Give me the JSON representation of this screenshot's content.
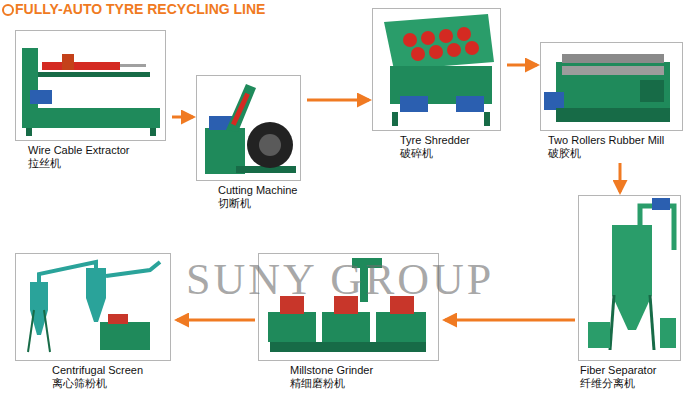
{
  "diagram": {
    "title": "FULLY-AUTO TYRE RECYCLING LINE",
    "nodes": [
      {
        "text": [
          "Wire Cable Extractor",
          "拉丝机"
        ]
      },
      {
        "text": [
          "Cutting Machine",
          "切断机"
        ]
      },
      {
        "text": [
          "Tyre Shredder",
          "破碎机"
        ]
      },
      {
        "text": [
          "Two Rollers Rubber Mill",
          "破胶机"
        ]
      },
      {
        "text": [
          "Fiber Separator",
          "纤维分离机"
        ]
      },
      {
        "text": [
          "Millstone Grinder",
          "精细磨粉机"
        ]
      },
      {
        "text": [
          "Centrifugal Screen",
          "离心筛粉机"
        ]
      }
    ],
    "edges": [
      {
        "from": 0,
        "to": 1,
        "arrow": "to"
      },
      {
        "from": 1,
        "to": 2,
        "arrow": "to"
      },
      {
        "from": 2,
        "to": 3,
        "arrow": "to"
      },
      {
        "from": 3,
        "to": 4,
        "arrow": "to"
      },
      {
        "from": 4,
        "to": 5,
        "arrow": "to"
      },
      {
        "from": 5,
        "to": 6,
        "arrow": "to"
      }
    ],
    "labels": [
      "SUNY GROUP"
    ]
  }
}
